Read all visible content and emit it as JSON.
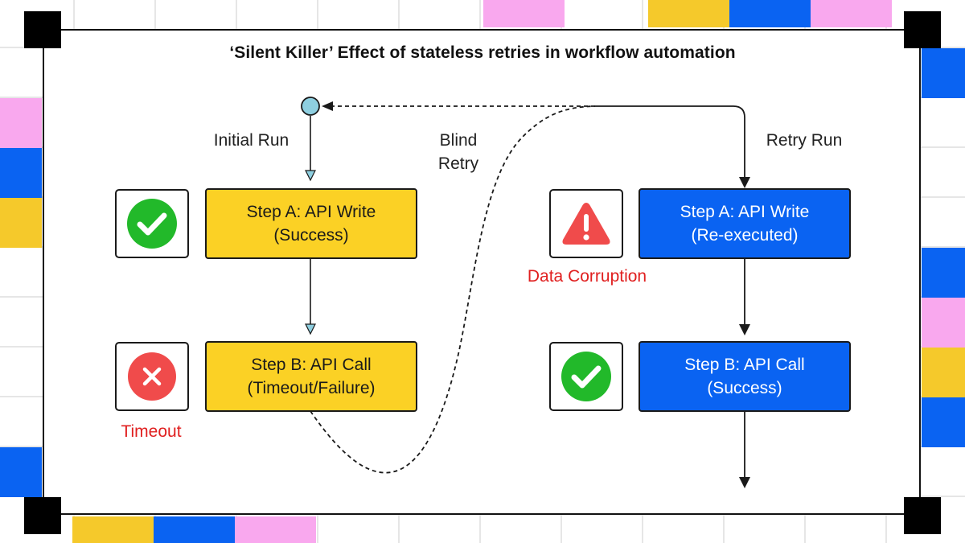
{
  "title": "‘Silent Killer’ Effect of stateless retries in workflow automation",
  "labels": {
    "initial_run": "Initial Run",
    "blind_retry_line1": "Blind",
    "blind_retry_line2": "Retry",
    "retry_run": "Retry Run",
    "timeout": "Timeout",
    "data_corruption": "Data Corruption"
  },
  "initial_run": {
    "step_a": {
      "line1": "Step A: API Write",
      "line2": "(Success)",
      "status_icon": "check-icon"
    },
    "step_b": {
      "line1": "Step B: API Call",
      "line2": "(Timeout/Failure)",
      "status_icon": "error-x-icon"
    }
  },
  "retry_run": {
    "step_a": {
      "line1": "Step A: API Write",
      "line2": "(Re-executed)",
      "status_icon": "warning-icon"
    },
    "step_b": {
      "line1": "Step B: API Call",
      "line2": "(Success)",
      "status_icon": "check-icon"
    }
  },
  "colors": {
    "yellow_step": "#fbd125",
    "blue_step": "#0a63f2",
    "success_green": "#22b92a",
    "error_red": "#f04b4b",
    "label_red": "#e02020",
    "start_node": "#8ecfe0",
    "tile_pink": "#f9a8ee",
    "tile_blue": "#0a63f2",
    "tile_yellow": "#f5c92b"
  }
}
